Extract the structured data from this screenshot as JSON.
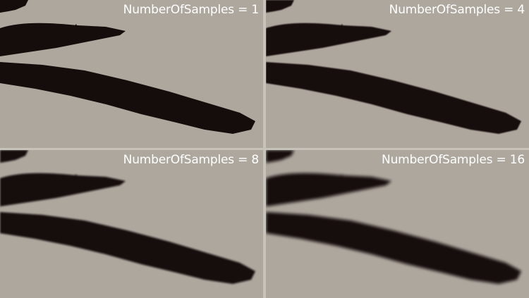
{
  "panels": [
    {
      "label": "NumberOfSamples = 1"
    },
    {
      "label": "NumberOfSamples = 4"
    },
    {
      "label": "NumberOfSamples = 8"
    },
    {
      "label": "NumberOfSamples = 16"
    }
  ],
  "colors": {
    "background": "#ada79e",
    "shadow": "#140d0b",
    "divider": "#c7c2ba",
    "label": "#ffffff"
  }
}
